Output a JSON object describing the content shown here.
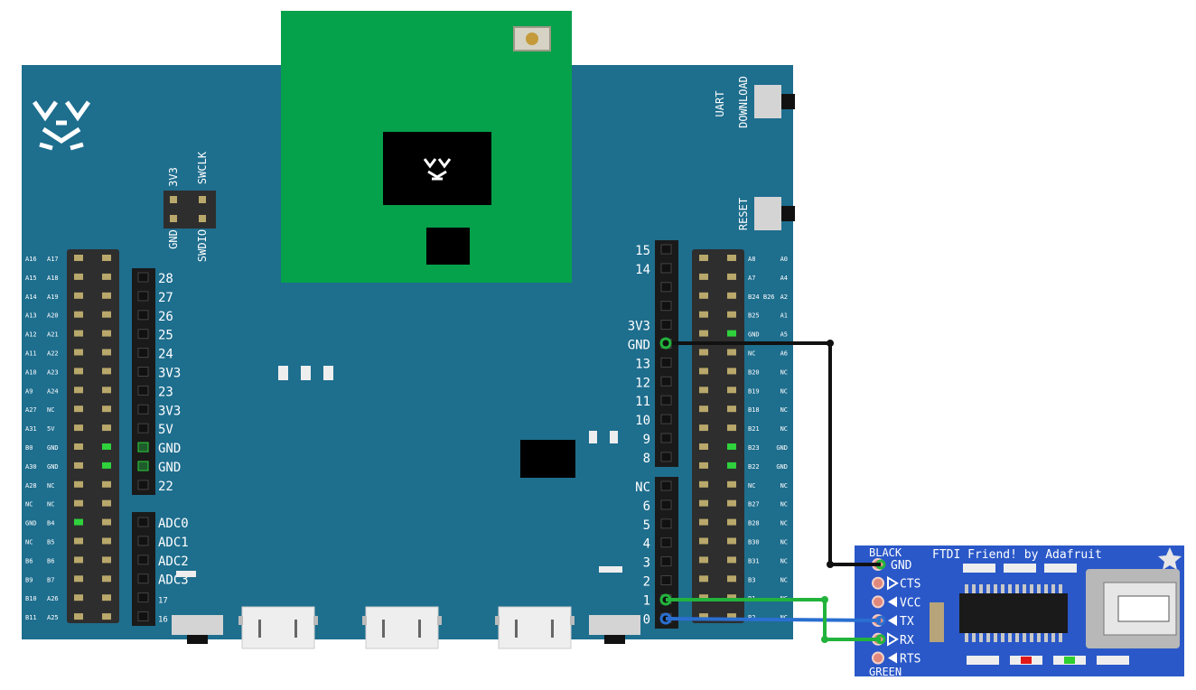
{
  "board": {
    "labels": {
      "uart_line1": "UART",
      "uart_line2": "DOWNLOAD",
      "reset": "RESET",
      "v33": "3V3",
      "swclk": "SWCLK",
      "gnd": "GND",
      "swdio": "SWDIO"
    },
    "left_outer_labels": [
      [
        "A16",
        "A17"
      ],
      [
        "A15",
        "A18"
      ],
      [
        "A14",
        "A19"
      ],
      [
        "A13",
        "A20"
      ],
      [
        "A12",
        "A21"
      ],
      [
        "A11",
        "A22"
      ],
      [
        "A10",
        "A23"
      ],
      [
        "A9",
        "A24"
      ],
      [
        "A27",
        "NC"
      ],
      [
        "A31",
        "5V"
      ],
      [
        "B0",
        "GND"
      ],
      [
        "A30",
        "GND"
      ],
      [
        "A28",
        "NC"
      ],
      [
        "NC",
        "NC"
      ],
      [
        "GND",
        "B4"
      ],
      [
        "NC",
        "B5"
      ],
      [
        "B6",
        "B6"
      ],
      [
        "B9",
        "B7"
      ],
      [
        "B10",
        "A26"
      ],
      [
        "B11",
        "A25"
      ]
    ],
    "left_inner_upper": [
      "28",
      "27",
      "26",
      "25",
      "24",
      "3V3",
      "23",
      "3V3",
      "5V",
      "GND",
      "GND",
      "22"
    ],
    "left_inner_lower": [
      "ADC0",
      "ADC1",
      "ADC2",
      "ADC3",
      "17",
      "16"
    ],
    "right_inner_upper": [
      "15",
      "14",
      "",
      "",
      "3V3",
      "GND",
      "13",
      "12",
      "11",
      "10",
      "9",
      "8"
    ],
    "right_inner_lower": [
      "NC",
      "6",
      "5",
      "4",
      "3",
      "2",
      "1",
      "0"
    ],
    "right_outer_labels": [
      [
        "A8",
        "A0"
      ],
      [
        "A7",
        "A4"
      ],
      [
        "B24 B26",
        "A2"
      ],
      [
        "B25",
        "A1"
      ],
      [
        "GND",
        "A5"
      ],
      [
        "NC",
        "A6"
      ],
      [
        "B20",
        "NC"
      ],
      [
        "B19",
        "NC"
      ],
      [
        "B18",
        "NC"
      ],
      [
        "B21",
        "NC"
      ],
      [
        "B23",
        "GND"
      ],
      [
        "B22",
        "GND"
      ],
      [
        "NC",
        "NC"
      ],
      [
        "B27",
        "NC"
      ],
      [
        "B28",
        "NC"
      ],
      [
        "B30",
        "NC"
      ],
      [
        "B31",
        "NC"
      ],
      [
        "B3",
        "NC"
      ],
      [
        "B1",
        "NC"
      ],
      [
        "B2",
        "NC"
      ]
    ]
  },
  "ftdi": {
    "black_label": "BLACK",
    "green_label": "GREEN",
    "title": "FTDI Friend! by Adafruit",
    "pins": [
      "GND",
      "CTS",
      "VCC",
      "TX",
      "RX",
      "RTS"
    ]
  },
  "colors": {
    "board": "#1e6e8e",
    "module": "#06a14b",
    "ftdi": "#2a58c8",
    "wire_black": "#111111",
    "wire_green": "#22b33c",
    "wire_blue": "#2a6fd1",
    "header": "#2e2e2e",
    "pin": "#b9a86b"
  }
}
